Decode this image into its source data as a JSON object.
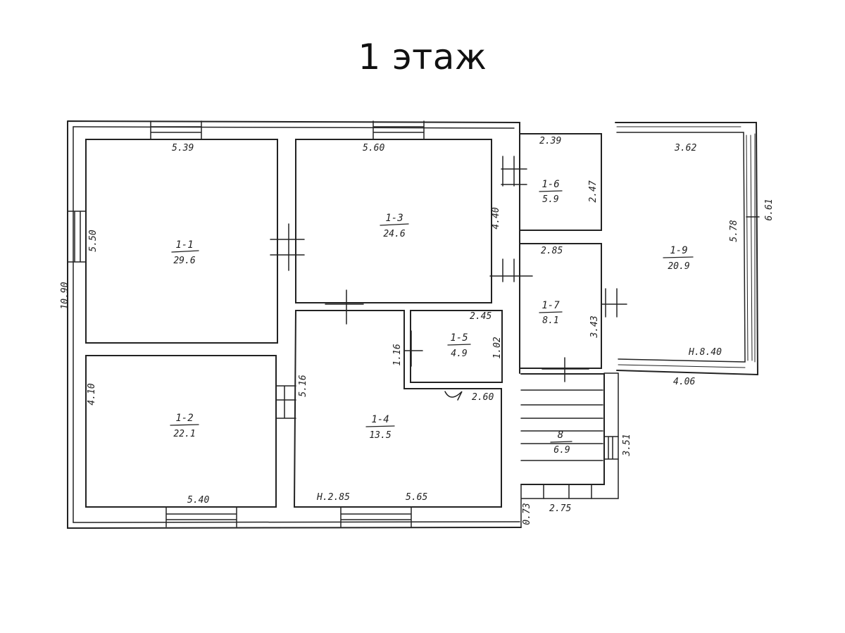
{
  "title": "1 этаж",
  "colors": {
    "ink": "#222222",
    "background": "#ffffff"
  },
  "rooms": [
    {
      "id": "1-1",
      "number": "1-1",
      "area": "29.6"
    },
    {
      "id": "1-2",
      "number": "1-2",
      "area": "22.1"
    },
    {
      "id": "1-3",
      "number": "1-3",
      "area": "24.6"
    },
    {
      "id": "1-4",
      "number": "1-4",
      "area": "13.5"
    },
    {
      "id": "1-5",
      "number": "1-5",
      "area": "4.9"
    },
    {
      "id": "1-6",
      "number": "1-6",
      "area": "5.9"
    },
    {
      "id": "1-7",
      "number": "1-7",
      "area": "8.1"
    },
    {
      "id": "1-8",
      "number": "8",
      "area": "6.9"
    },
    {
      "id": "1-9",
      "number": "1-9",
      "area": "20.9"
    }
  ],
  "dimensions": [
    "5.39",
    "5.50",
    "10.90",
    "5.40",
    "4.10",
    "5.60",
    "4.40",
    "5.16",
    "2.45",
    "1.16",
    "1.02",
    "2.60",
    "5.65",
    "Н.2.85",
    "2.39",
    "2.47",
    "2.85",
    "3.43",
    "2.75",
    "0.73",
    "3.51",
    "3.62",
    "5.78",
    "6.61",
    "Н.8.40",
    "4.06"
  ]
}
